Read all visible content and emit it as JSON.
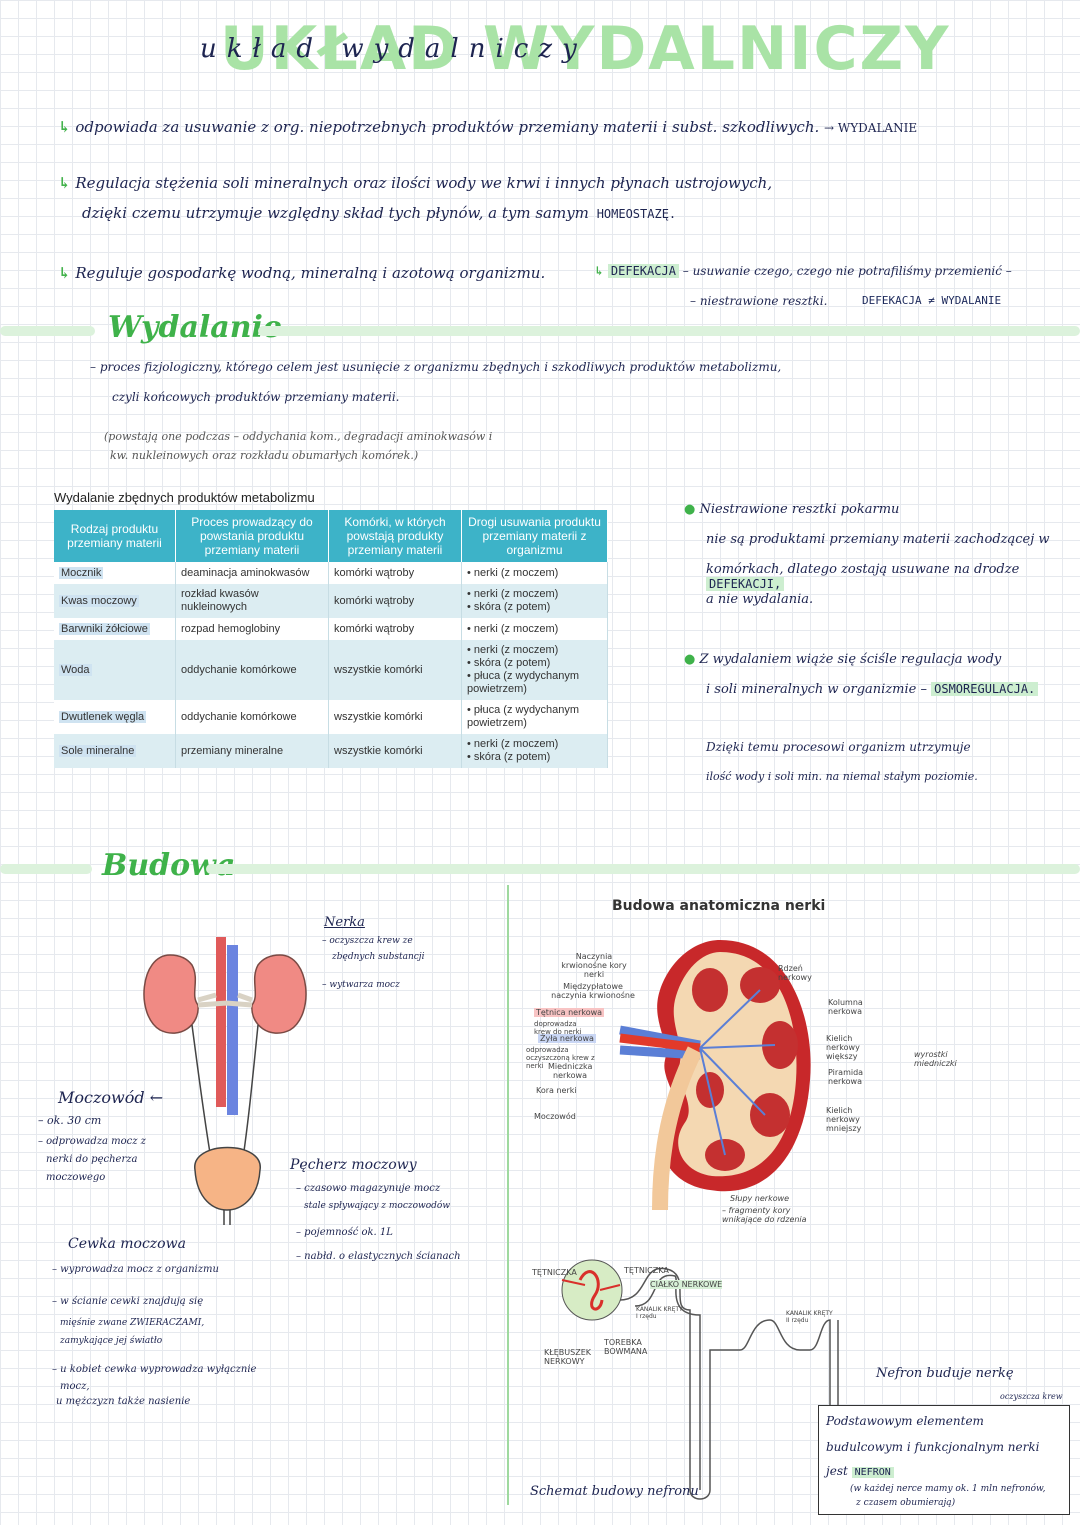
{
  "title": {
    "big": "UKŁAD WYDALNICZY",
    "script": "układ wydalniczy"
  },
  "intro": {
    "line1": "odpowiada za usuwanie z org. niepotrzebnych produktów przemiany materii i subst. szkodliwych.",
    "line1_tag": "→ WYDALANIE",
    "line2a": "Regulacja stężenia soli mineralnych oraz ilości wody we krwi i innych płynach ustrojowych,",
    "line2b": "dzięki czemu utrzymuje względny skład tych płynów, a tym samym",
    "line2_tag": "HOMEOSTAZĘ.",
    "line3": "Reguluje gospodarkę wodną, mineralną i azotową organizmu.",
    "defekacja_tag": "DEFEKACJA",
    "defekacja_a": "– usuwanie czego, czego nie potrafiliśmy przemienić –",
    "defekacja_b": "– niestrawione resztki.",
    "defekacja_c": "DEFEKACJA ≠ WYDALANIE"
  },
  "wydalanie": {
    "heading": "Wydalanie",
    "def1": "– proces fizjologiczny, którego celem jest usunięcie z organizmu zbędnych i szkodliwych produktów metabolizmu,",
    "def2": "czyli końcowych produktów przemiany materii.",
    "par1": "(powstają one podczas – oddychania kom., degradacji aminokwasów i",
    "par2": "kw. nukleinowych oraz rozkładu obumarłych komórek.)"
  },
  "table": {
    "caption": "Wydalanie zbędnych produktów metabolizmu",
    "headers": [
      "Rodzaj produktu przemiany materii",
      "Proces prowadzący do powstania produktu przemiany materii",
      "Komórki, w których powstają produkty przemiany materii",
      "Drogi usuwania produktu przemiany materii z organizmu"
    ],
    "rows": [
      {
        "product": "Mocznik",
        "process": "deaminacja aminokwasów",
        "cells": "komórki wątroby",
        "routes": [
          "nerki (z moczem)"
        ]
      },
      {
        "product": "Kwas moczowy",
        "process": "rozkład kwasów nukleinowych",
        "cells": "komórki wątroby",
        "routes": [
          "nerki (z moczem)",
          "skóra (z potem)"
        ]
      },
      {
        "product": "Barwniki żółciowe",
        "process": "rozpad hemoglobiny",
        "cells": "komórki wątroby",
        "routes": [
          "nerki (z moczem)"
        ]
      },
      {
        "product": "Woda",
        "process": "oddychanie komórkowe",
        "cells": "wszystkie komórki",
        "routes": [
          "nerki (z moczem)",
          "skóra (z potem)",
          "płuca (z wydychanym powietrzem)"
        ]
      },
      {
        "product": "Dwutlenek węgla",
        "process": "oddychanie komórkowe",
        "cells": "wszystkie komórki",
        "routes": [
          "płuca (z wydychanym powietrzem)"
        ]
      },
      {
        "product": "Sole mineralne",
        "process": "przemiany mineralne",
        "cells": "wszystkie komórki",
        "routes": [
          "nerki (z moczem)",
          "skóra (z potem)"
        ]
      }
    ]
  },
  "side_notes": {
    "b1_l1": "Niestrawione resztki pokarmu",
    "b1_l2": "nie są produktami przemiany materii zachodzącej w",
    "b1_l3": "komórkach, dlatego zostają usuwane na drodze",
    "b1_tag": "DEFEKACJI,",
    "b1_l4": "a nie wydalania.",
    "b2_l1": "Z wydalaniem wiąże się ściśle regulacja wody",
    "b2_l2": "i soli mineralnych w organizmie –",
    "b2_tag": "OSMOREGULACJA.",
    "b3_l1": "Dzięki temu procesowi organizm utrzymuje",
    "b3_l2": "ilość wody i soli min. na niemal stałym poziomie."
  },
  "budowa": {
    "heading": "Budowa",
    "nerka_t": "Nerka",
    "nerka_1": "– oczyszcza krew ze",
    "nerka_2": "zbędnych substancji",
    "nerka_3": "– wytwarza mocz",
    "moczowod_t": "Moczowód",
    "moczowod_1": "– ok. 30 cm",
    "moczowod_2": "– odprowadza mocz z",
    "moczowod_3": "nerki do pęcherza",
    "moczowod_4": "moczowego",
    "pecherz_t": "Pęcherz moczowy",
    "pecherz_1": "– czasowo magazynuje mocz",
    "pecherz_2": "stale spływający z moczowodów",
    "pecherz_3": "– pojemność ok. 1L",
    "pecherz_4": "– nabłd. o elastycznych ścianach",
    "cewka_t": "Cewka moczowa",
    "cewka_1": "– wyprowadza mocz z organizmu",
    "cewka_2": "– w ścianie cewki znajdują się",
    "cewka_3": "mięśnie zwane ZWIERACZAMI,",
    "cewka_4": "zamykające jej światło",
    "cewka_5": "– u kobiet cewka wyprowadza wyłącznie",
    "cewka_6": "mocz,",
    "cewka_7": "u mężczyzn także nasienie"
  },
  "kidney": {
    "title": "Budowa anatomiczna nerki",
    "l_naczynia": "Naczynia krwionośne kory nerki",
    "l_miedzy": "Międzypłatowe naczynia krwionośne",
    "l_tetnica": "Tętnica nerkowa",
    "l_tetnica_d": "doprowadza krew do nerki",
    "l_zyla": "Żyła nerkowa",
    "l_zyla_d": "odprowadza oczyszczoną krew z nerki",
    "l_miednica": "Miedniczka nerkowa",
    "l_kora": "Kora nerki",
    "l_moczowod": "Moczowód",
    "r_rdzen": "Rdzeń nerkowy",
    "r_kolumna": "Kolumna nerkowa",
    "r_kielich_w": "Kielich nerkowy większy",
    "r_piramida": "Piramida nerkowa",
    "r_kielich_m": "Kielich nerkowy mniejszy",
    "r_note": "wyrostki miedniczki",
    "b_slupy": "Słupy nerkowe",
    "b_slupy_d": "– fragmenty kory wnikające do rdzenia"
  },
  "nephron": {
    "tetnica_l": "TĘTNICZKA",
    "tetnica_r": "TĘTNICZKA",
    "cialko": "CIAŁKO NERKOWE",
    "klebuszek": "KŁĘBUSZEK NERKOWY",
    "torebka": "TOREBKA BOWMANA",
    "kanalik1": "KANALIK KRĘTY I rzędu",
    "kanalik2": "KANALIK KRĘTY II rzędu",
    "caption": "Schemat budowy nefronu"
  },
  "nefron_note": {
    "l1": "Nefron buduje nerkę",
    "l2": "Podstawowym elementem",
    "l2b": "oczyszcza krew",
    "l3": "budulcowym i funkcjonalnym nerki",
    "l4": "jest",
    "tag": "NEFRON",
    "l5": "(w każdej nerce mamy ok. 1 mln nefronów,",
    "l6": "z czasem obumierają)"
  },
  "colors": {
    "accent_green": "#3fb24a",
    "table_header": "#3db3c8",
    "kidney_red": "#d9302b",
    "vein_blue": "#5b7fd6"
  }
}
